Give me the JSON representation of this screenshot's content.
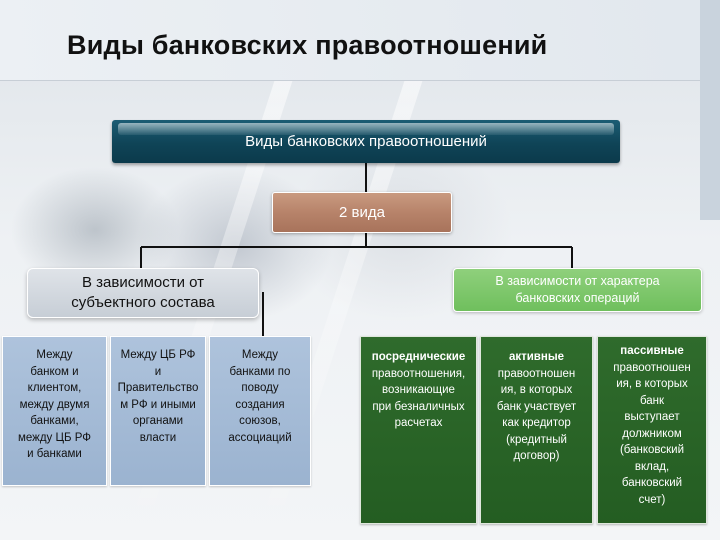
{
  "slide": {
    "title": "Виды банковских правоотношений"
  },
  "diagram": {
    "root": "Виды банковских правоотношений",
    "count": "2 вида",
    "branches": [
      {
        "label": "В зависимости от\nсубъектного состава",
        "items": [
          "Между\nбанком и\nклиентом,\nмежду двумя\nбанками,\nмежду ЦБ РФ\nи банками",
          "Между ЦБ РФ\nи\nПравительство\nм РФ и иными\nорганами\nвласти",
          "Между\nбанками по\nповоду\nсоздания\nсоюзов,\nассоциаций"
        ]
      },
      {
        "label": "В зависимости от характера\nбанковских операций",
        "items": [
          {
            "bold": "посреднические",
            "rest": "\nправоотношения,\nвозникающие\nпри безналичных\nрасчетах"
          },
          {
            "bold": "активные",
            "rest": "\nправоотношен\nия, в которых\nбанк участвует\nкак кредитор\n(кредитный\nдоговор)"
          },
          {
            "bold": "пассивные",
            "rest": "\nправоотношен\nия, в которых\nбанк\nвыступает\nдолжником\n(банковский\nвклад,\nбанковский\nсчет)"
          }
        ]
      }
    ]
  },
  "colors": {
    "root_box": "#0f4457",
    "count_box": "#b7836a",
    "branch_left": "#c7ced6",
    "branch_right": "#6fbf5d",
    "left_items": "#9bb3d0",
    "right_items": "#245d22",
    "connector": "#111111"
  }
}
